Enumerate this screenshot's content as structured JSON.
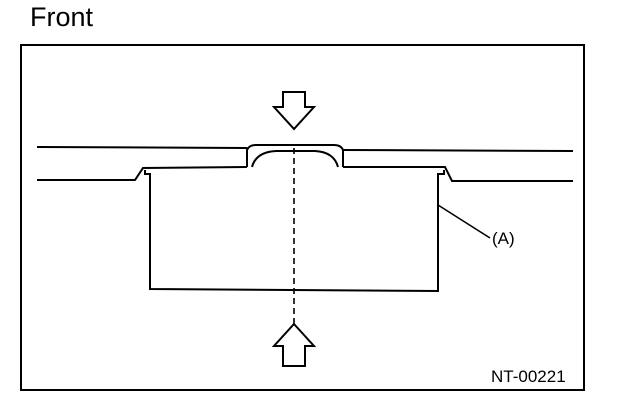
{
  "title": "Front",
  "part_label": "(A)",
  "figure_code": "NT-00221"
}
